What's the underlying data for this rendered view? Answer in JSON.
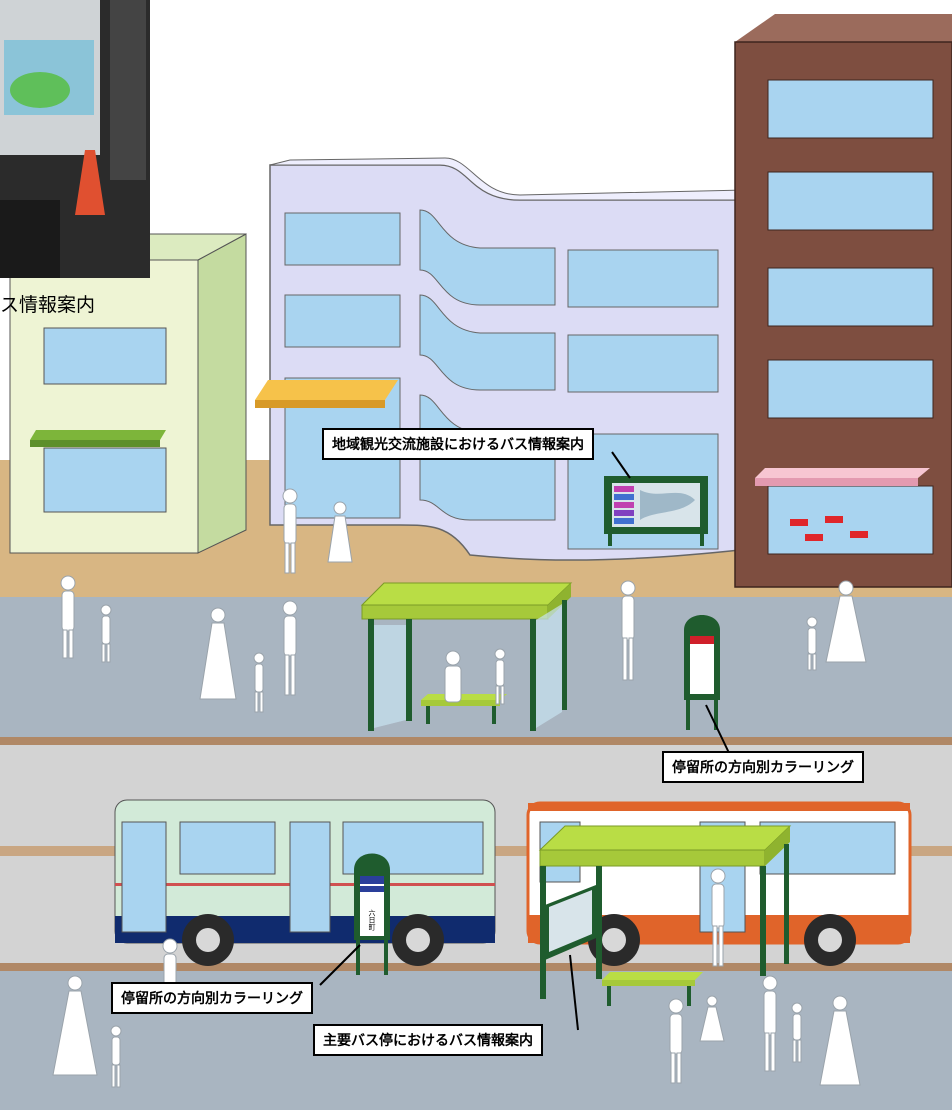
{
  "photo_caption": "ス情報案内",
  "callouts": {
    "facility_info": "地域観光交流施設におけるバス情報案内",
    "stop_color_ring_upper": "停留所の方向別カラーリング",
    "stop_color_ring_lower": "停留所の方向別カラーリング",
    "main_stop_info": "主要バス停におけるバス情報案内"
  },
  "signs": {
    "bus_stop_name": "六日町"
  },
  "colors": {
    "road_dark": "#a7b2bf",
    "road_light": "#d0d0d0",
    "ground": "#d2b48c",
    "window": "#a9d4f0",
    "brick": "#7a4b3c",
    "shelter_roof": "#a6c93a",
    "shelter_frame": "#1f5c2e",
    "bus1_body": "#d2ead8",
    "bus1_stripe": "#102b6e",
    "bus2_stripe": "#e0642a",
    "awning_orange": "#f5b941",
    "awning_green": "#8bbf3a",
    "awning_pink": "#f4b9c8"
  }
}
